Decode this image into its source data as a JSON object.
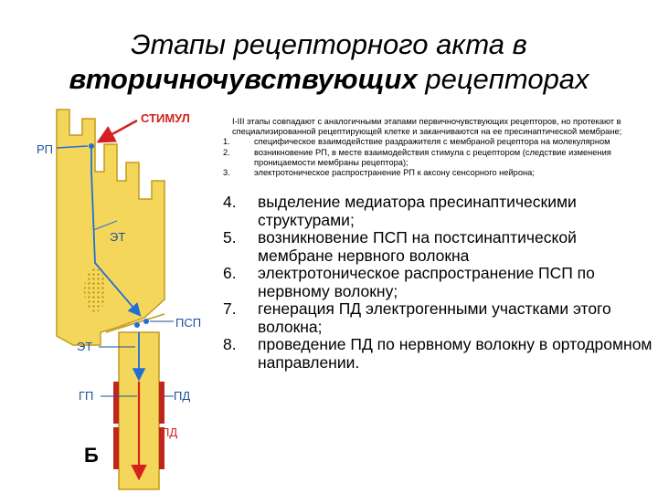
{
  "title": {
    "line1": "Этапы рецепторного акта в",
    "line2_bold": "вторичночувствующих",
    "line2_rest": " рецепторах"
  },
  "figure": {
    "labels": {
      "stimulus": "СТИМУЛ",
      "rp": "РП",
      "et1": "ЭТ",
      "psp": "ПСП",
      "et2": "ЭТ",
      "gp": "ГП",
      "pd1": "ПД",
      "pd2": "ПД",
      "letter": "Б"
    },
    "colors": {
      "cell_fill": "#f4d75a",
      "cell_stroke": "#c49a1a",
      "arrow_blue": "#1f6fd6",
      "arrow_red": "#d61f1f",
      "label_blue": "#1f6fd6",
      "label_red": "#d61f1f",
      "label_dark": "#1a4f9c"
    }
  },
  "small_text": {
    "intro": "I-III этапы совпадают с аналогичными этапами первичночувствующих рецепторов, но протекают в специализированной рецептирующей клетке и заканчиваются на ее пресинаптической мембране;",
    "items": [
      {
        "num": "1.",
        "text": "специфическое взаимодействие раздражителя с мембраной рецептора на молекулярном"
      },
      {
        "num": "2.",
        "text": "возникновение РП, в месте взаимодействия стимула с рецептором (следствие изменения проницаемости мембраны рецептора);"
      },
      {
        "num": "3.",
        "text": "электротоническое распространение РП к аксону сенсорного нейрона;"
      }
    ]
  },
  "big_list": [
    {
      "num": "4.",
      "text": "выделение медиатора пресинаптическими структурами;"
    },
    {
      "num": "5.",
      "text": "возникновение ПСП на постсинаптической мембране нервного волокна"
    },
    {
      "num": "6.",
      "text": "электротоническое распространение ПСП по нервному волокну;"
    },
    {
      "num": "7.",
      "text": "генерация ПД электрогенными участками этого волокна;"
    },
    {
      "num": "8.",
      "text": "проведение ПД по нервному волокну в ортодромном направлении."
    }
  ]
}
